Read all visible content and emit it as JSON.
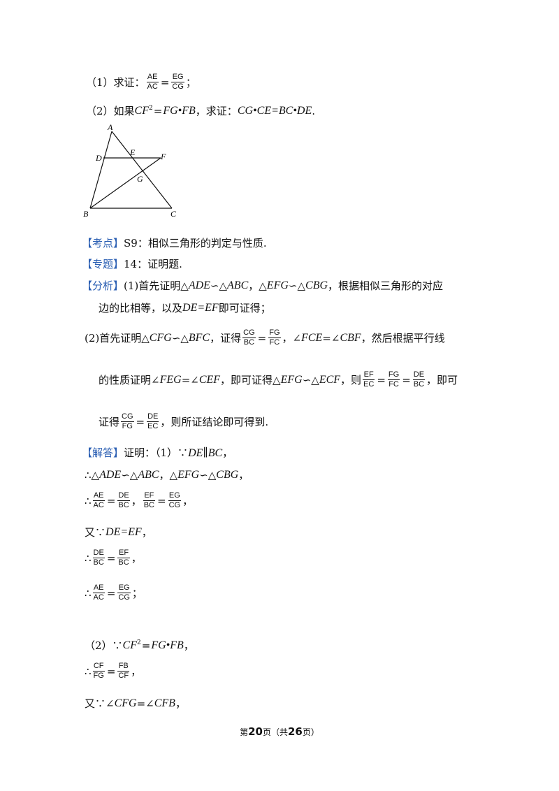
{
  "q1": {
    "prefix": "（1）求证：",
    "f1": {
      "num": "AE",
      "den": "AC"
    },
    "eq": "=",
    "f2": {
      "num": "EG",
      "den": "CG"
    },
    "end": "；"
  },
  "q2": {
    "prefix": "（2）如果 ",
    "cf": "CF",
    "sup": "2",
    "eq1": "=",
    "rhs1": "FG•FB",
    "mid": "，求证：",
    "expr": "CG•CE=BC•DE",
    "end": "."
  },
  "figure": {
    "labels": {
      "A": "A",
      "D": "D",
      "E": "E",
      "F": "F",
      "G": "G",
      "B": "B",
      "C": "C"
    }
  },
  "kaodian": {
    "tag": "【考点】",
    "text": "S9：相似三角形的判定与性质."
  },
  "zhuanti": {
    "tag": "【专题】",
    "text": "14：证明题."
  },
  "fenxi": {
    "tag": "【分析】",
    "l1_a": "(1)首先证明△",
    "l1_t1": "ADE",
    "l1_b": "∽△",
    "l1_t2": "ABC",
    "l1_c": "，△",
    "l1_t3": "EFG",
    "l1_d": "∽△",
    "l1_t4": "CBG",
    "l1_e": "，根据相似三角形的对应",
    "l2_a": "边的比相等，以及 ",
    "l2_eq": "DE=EF",
    "l2_b": " 即可证得；",
    "l3_a": "(2)首先证明△",
    "l3_t1": "CFG",
    "l3_b": "∽△",
    "l3_t2": "BFC",
    "l3_c": "，证得",
    "l3_f1": {
      "num": "CG",
      "den": "BC"
    },
    "l3_eq": "=",
    "l3_f2": {
      "num": "FG",
      "den": "FC"
    },
    "l3_d": "，∠",
    "l3_t3": "FCE",
    "l3_e": "=∠",
    "l3_t4": "CBF",
    "l3_f": "，然后根据平行线",
    "l4_a": "的性质证明∠",
    "l4_t1": "FEG",
    "l4_b": "=∠",
    "l4_t2": "CEF",
    "l4_c": "，即可证得△",
    "l4_t3": "EFG",
    "l4_d": "∽△",
    "l4_t4": "ECF",
    "l4_e": "，则",
    "l4_f1": {
      "num": "EF",
      "den": "EC"
    },
    "l4_f2": {
      "num": "FG",
      "den": "FC"
    },
    "l4_f3": {
      "num": "DE",
      "den": "BC"
    },
    "l4_eq": "=",
    "l4_g": "，即可",
    "l5_a": "证得",
    "l5_f1": {
      "num": "CG",
      "den": "FG"
    },
    "l5_eq": "=",
    "l5_f2": {
      "num": "DE",
      "den": "EC"
    },
    "l5_b": "，则所证结论即可得到."
  },
  "jieda": {
    "tag": "【解答】",
    "s1_a": "证明：（1）∵",
    "s1_t": "DE∥BC",
    "s1_b": "，",
    "s2_a": "∴△",
    "s2_t1": "ADE",
    "s2_b": "∽△",
    "s2_t2": "ABC",
    "s2_c": "，△",
    "s2_t3": "EFG",
    "s2_d": "∽△",
    "s2_t4": "CBG",
    "s2_e": "，",
    "s3_a": "∴",
    "s3_f1": {
      "num": "AE",
      "den": "AC"
    },
    "s3_f2": {
      "num": "DE",
      "den": "BC"
    },
    "s3_f3": {
      "num": "EF",
      "den": "BC"
    },
    "s3_f4": {
      "num": "EG",
      "den": "CG"
    },
    "s3_eq": "=",
    "s3_sep": "，",
    "s3_end": "，",
    "s4_a": "又∵",
    "s4_t": "DE=EF",
    "s4_b": "，",
    "s5_a": "∴",
    "s5_f1": {
      "num": "DE",
      "den": "BC"
    },
    "s5_eq": "=",
    "s5_f2": {
      "num": "EF",
      "den": "BC"
    },
    "s5_b": "，",
    "s6_a": "∴",
    "s6_f1": {
      "num": "AE",
      "den": "AC"
    },
    "s6_eq": "=",
    "s6_f2": {
      "num": "EG",
      "den": "CG"
    },
    "s6_b": "；",
    "s7_a": "（2）∵",
    "s7_cf": "CF",
    "s7_sup": "2",
    "s7_eq": "=",
    "s7_rhs": "FG•FB",
    "s7_b": "，",
    "s8_a": "∴",
    "s8_f1": {
      "num": "CF",
      "den": "FG"
    },
    "s8_eq": "=",
    "s8_f2": {
      "num": "FB",
      "den": "CF"
    },
    "s8_b": "，",
    "s9_a": "又∵∠",
    "s9_t1": "CFG",
    "s9_b": "=∠",
    "s9_t2": "CFB",
    "s9_c": "，"
  },
  "footer": {
    "pre": "第",
    "page": "20",
    "mid": "页（共",
    "total": "26",
    "post": "页）"
  }
}
